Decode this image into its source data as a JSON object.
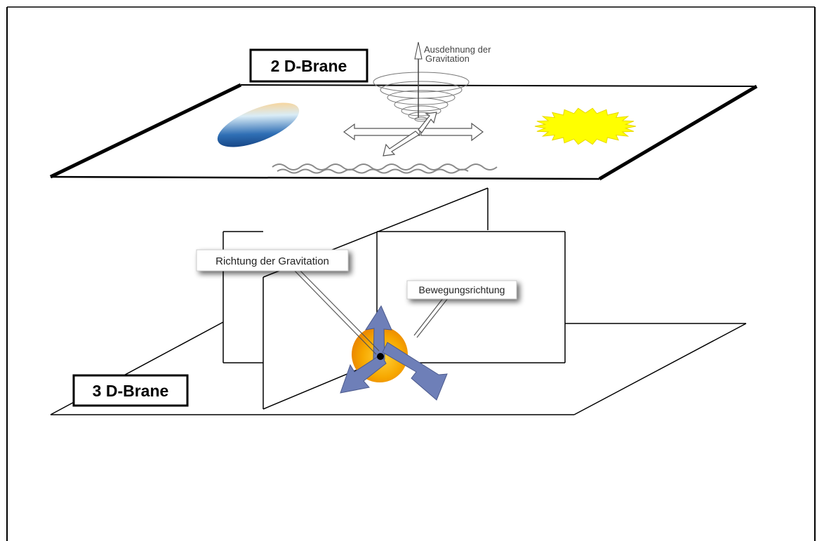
{
  "labels": {
    "brane_2d": "2 D-Brane",
    "brane_3d": "3 D-Brane",
    "gravity_spread_line1": "Ausdehnung der",
    "gravity_spread_line2": "Gravitation",
    "gravity_direction": "Richtung der Gravitation",
    "movement_direction": "Bewegungsrichtung"
  },
  "colors": {
    "yellow_star": "#ffff00",
    "ellipse_dark": "#0a3a7a",
    "ellipse_light": "#d8ecf4",
    "ellipse_orange": "#ff7a00",
    "sphere_orange": "#f4a000",
    "arrow_blue": "#6e7fb8",
    "line": "#000000"
  }
}
